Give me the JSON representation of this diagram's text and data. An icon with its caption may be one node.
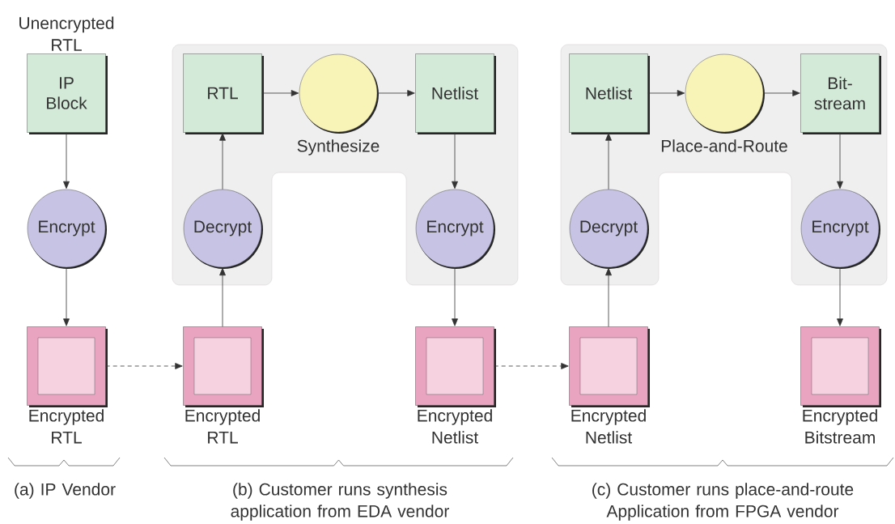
{
  "diagram": {
    "nodes": [
      {
        "text": [
          "IP Block"
        ],
        "beside": [
          "Unencrypted RTL"
        ]
      },
      {
        "text": [
          "Encrypt"
        ]
      },
      {
        "text": [],
        "shape": "box",
        "beside": [
          "Encrypted RTL"
        ]
      },
      {
        "text": [],
        "shape": "box"
      },
      {
        "text": [
          "RTL"
        ],
        "in": 3
      },
      {
        "text": [],
        "shape": "circle",
        "in": 3,
        "beside": [
          "Synthesize"
        ]
      },
      {
        "text": [
          "Netlist"
        ],
        "in": 3
      },
      {
        "text": [
          "Decrypt"
        ],
        "in": 3
      },
      {
        "text": [
          "Encrypt"
        ],
        "in": 3
      },
      {
        "text": [],
        "shape": "box",
        "beside": [
          "Encrypted RTL"
        ]
      },
      {
        "text": [],
        "shape": "box",
        "beside": [
          "Encrypted Netlist"
        ]
      },
      {
        "text": [],
        "shape": "box"
      },
      {
        "text": [
          "Netlist"
        ],
        "in": 11
      },
      {
        "text": [],
        "shape": "circle",
        "in": 11,
        "beside": [
          "Place-and-Route"
        ]
      },
      {
        "text": [
          "Bit-stream"
        ],
        "in": 11
      },
      {
        "text": [
          "Decrypt"
        ],
        "in": 11
      },
      {
        "text": [
          "Encrypt"
        ],
        "in": 11
      },
      {
        "text": [],
        "shape": "box",
        "beside": [
          "Encrypted Netlist"
        ]
      },
      {
        "text": [],
        "shape": "box",
        "beside": [
          "Encrypted Bitstream"
        ]
      }
    ],
    "edges": [
      {
        "from": 0,
        "to": 1,
        "arrow": "to"
      },
      {
        "from": 1,
        "to": 2,
        "arrow": "to"
      },
      {
        "from": 2,
        "to": 9,
        "arrow": "to",
        "style": "dashed"
      },
      {
        "from": 9,
        "to": 7,
        "arrow": "to"
      },
      {
        "from": 7,
        "to": 4,
        "arrow": "to"
      },
      {
        "from": 4,
        "to": 5,
        "arrow": "to"
      },
      {
        "from": 5,
        "to": 6,
        "arrow": "to"
      },
      {
        "from": 6,
        "to": 8,
        "arrow": "to"
      },
      {
        "from": 8,
        "to": 10,
        "arrow": "to"
      },
      {
        "from": 10,
        "to": 17,
        "arrow": "to",
        "style": "dashed"
      },
      {
        "from": 17,
        "to": 15,
        "arrow": "to"
      },
      {
        "from": 15,
        "to": 12,
        "arrow": "to"
      },
      {
        "from": 12,
        "to": 13,
        "arrow": "to"
      },
      {
        "from": 13,
        "to": 14,
        "arrow": "to"
      },
      {
        "from": 14,
        "to": 16,
        "arrow": "to"
      },
      {
        "from": 16,
        "to": 18,
        "arrow": "to"
      }
    ],
    "labels": [
      "(a) IP Vendor",
      "(b) Customer runs synthesis application from EDA vendor",
      "(c) Customer runs place-and-route Application from FPGA vendor"
    ]
  }
}
